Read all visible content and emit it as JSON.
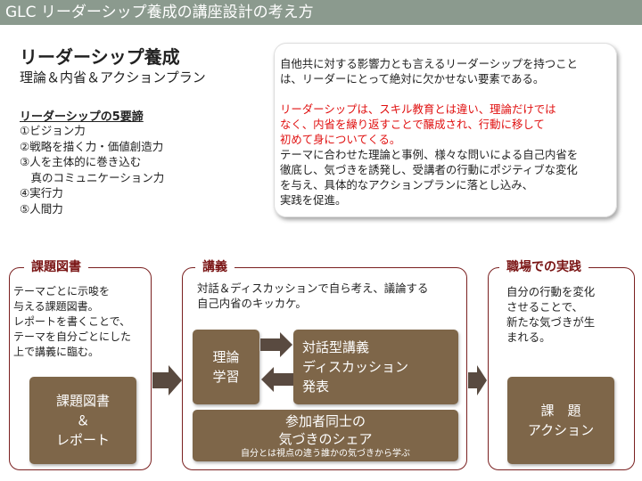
{
  "header": {
    "title": "GLC リーダーシップ養成の講座設計の考え方"
  },
  "intro": {
    "title": "リーダーシップ養成",
    "subtitle": "理論＆内省＆アクションプラン",
    "principles_title": "リーダーシップの5要諦",
    "principles": [
      "①ビジョン力",
      "②戦略を描く力・価値創造力",
      "③人を主体的に巻き込む",
      "　真のコミュニケーション力",
      "④実行力",
      "⑤人間力"
    ]
  },
  "card": {
    "p1": [
      "自他共に対する影響力とも言えるリーダーシップを持つこと",
      "は、リーダーにとって絶対に欠かせない要素である。"
    ],
    "red": [
      "リーダーシップは、スキル教育とは違い、理論だけでは",
      "なく、内省を繰り返すことで醸成され、行動に移して",
      "初めて身についてくる。"
    ],
    "p2": [
      "テーマに合わせた理論と事例、様々な問いによる自己内省を",
      "徹底し、気づきを誘発し、受講者の行動にポジティブな変化",
      "を与え、具体的なアクションプランに落とし込み、",
      "実践を促進。"
    ]
  },
  "panels": {
    "books": {
      "heading": "課題図書",
      "text": [
        "テーマごとに示唆を",
        "与える課題図書。",
        "レポートを書くことで、",
        "テーマを自分ごとにした",
        "上で講義に臨む。"
      ],
      "box": [
        "課題図書",
        "＆",
        "レポート"
      ]
    },
    "lecture": {
      "heading": "講義",
      "text": [
        "対話＆ディスカッションで自ら考え、議論する",
        "自己内省のキッカケ。"
      ],
      "theory": [
        "理論",
        "学習"
      ],
      "dialogue": [
        "対話型講義",
        "ディスカッション",
        "発表"
      ],
      "share": [
        "参加者同士の",
        "気づきのシェア"
      ],
      "share_sub": "自分とは視点の違う誰かの気づきから学ぶ"
    },
    "practice": {
      "heading": "職場での実践",
      "text": [
        "自分の行動を変化",
        "させることで、",
        "新たな気づきが生",
        "まれる。"
      ],
      "box": [
        "課　題",
        "アクション"
      ]
    }
  },
  "colors": {
    "header": "#8b9a8e",
    "brown": "#7e6649",
    "accent": "#7a1515",
    "red": "#e01010"
  }
}
